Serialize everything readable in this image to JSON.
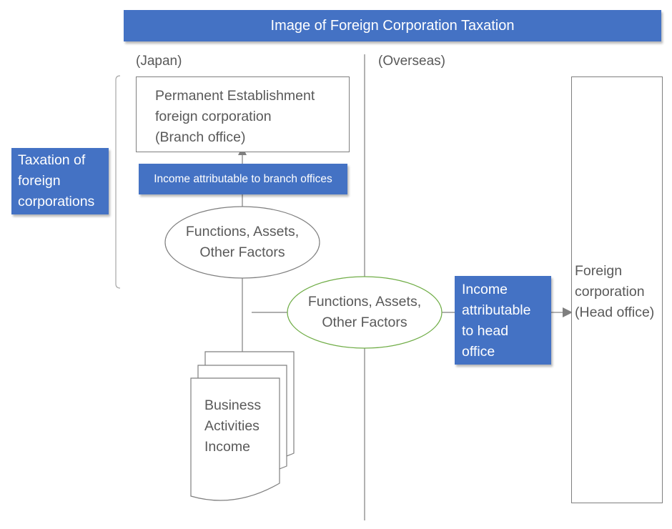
{
  "title": "Image of Foreign Corporation Taxation",
  "regions": {
    "japan": "(Japan)",
    "overseas": "(Overseas)"
  },
  "permanent_establishment": {
    "lines": [
      "Permanent Establishment",
      "foreign corporation",
      "(Branch office)"
    ]
  },
  "branch_income": "Income attributable to branch offices",
  "taxation_label": {
    "lines": [
      "Taxation of",
      "foreign",
      "corporations"
    ]
  },
  "japan_factors": {
    "lines": [
      "Functions, Assets,",
      "Other Factors"
    ]
  },
  "overseas_factors": {
    "lines": [
      "Functions, Assets,",
      "Other Factors"
    ]
  },
  "head_income": {
    "lines": [
      "Income",
      "attributable",
      "to head",
      "office"
    ]
  },
  "head_office": {
    "lines": [
      "Foreign",
      "corporation",
      "(Head office)"
    ]
  },
  "business_income": {
    "lines": [
      "Business",
      "Activities",
      "Income"
    ]
  },
  "colors": {
    "accent": "#4472c4",
    "text": "#595959",
    "line": "#7f7f7f",
    "ellipse_green": "#70ad47"
  }
}
